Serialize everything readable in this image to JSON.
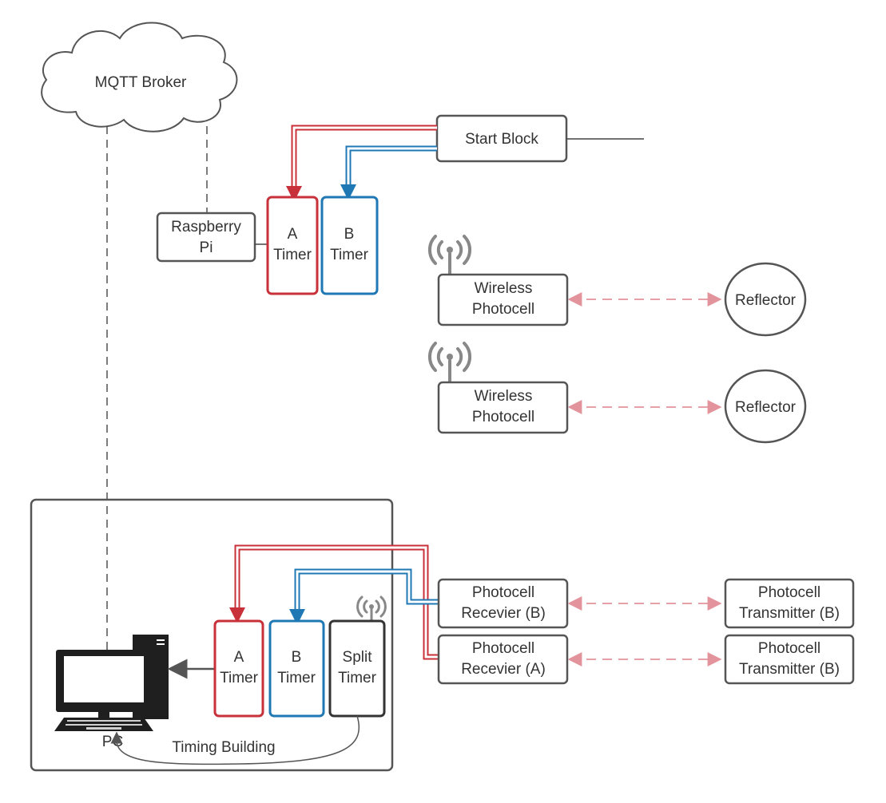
{
  "colors": {
    "a_channel": "#c8303a",
    "b_channel": "#1f78b4",
    "wireless_link": "#e3939b",
    "box_stroke": "#555555",
    "text": "#333333"
  },
  "cloud": {
    "label": "MQTT Broker"
  },
  "start_block": {
    "label": "Start Block"
  },
  "raspberry_pi": {
    "line1": "Raspberry",
    "line2": "Pi"
  },
  "field_timers": {
    "a": {
      "line1": "A",
      "line2": "Timer"
    },
    "b": {
      "line1": "B",
      "line2": "Timer"
    }
  },
  "photocells": [
    {
      "line1": "Wireless",
      "line2": "Photocell",
      "reflector": "Reflector",
      "icon": "antenna-icon"
    },
    {
      "line1": "Wireless",
      "line2": "Photocell",
      "reflector": "Reflector",
      "icon": "antenna-icon"
    }
  ],
  "timing_building": {
    "label": "Timing Building",
    "pc_label": "PC",
    "pc_icon": "desktop-computer-icon",
    "timer_a": {
      "line1": "A",
      "line2": "Timer"
    },
    "timer_b": {
      "line1": "B",
      "line2": "Timer"
    },
    "split_timer": {
      "line1": "Split",
      "line2": "Timer",
      "icon": "antenna-icon"
    }
  },
  "finish_receivers": [
    {
      "line1": "Photocell",
      "line2": "Recevier (B)"
    },
    {
      "line1": "Photocell",
      "line2": "Recevier (A)"
    }
  ],
  "finish_transmitters": [
    {
      "line1": "Photocell",
      "line2": "Transmitter (B)"
    },
    {
      "line1": "Photocell",
      "line2": "Transmitter (B)"
    }
  ]
}
